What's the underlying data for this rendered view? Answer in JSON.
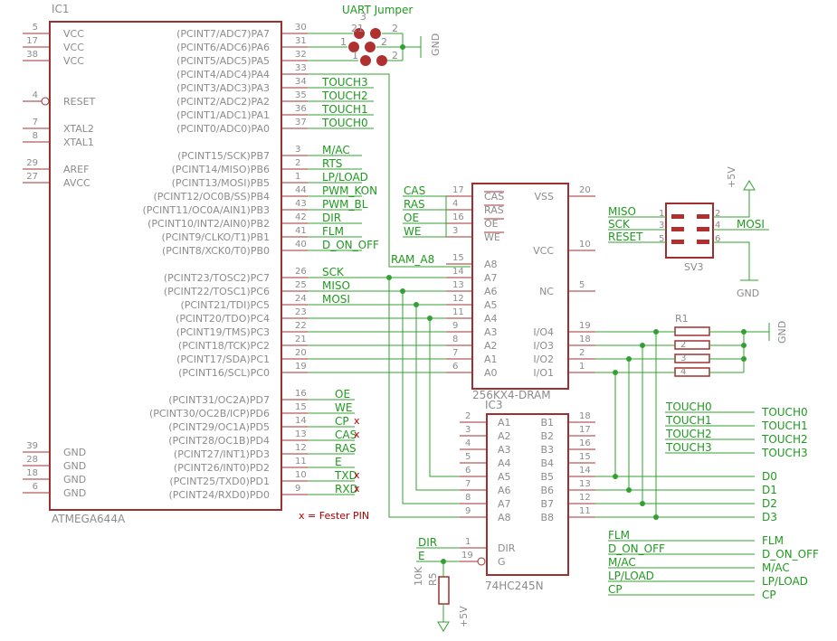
{
  "parts": {
    "ic1": {
      "name": "IC1",
      "value": "ATMEGA644A",
      "left_pins": [
        {
          "num": "5",
          "name": "VCC"
        },
        {
          "num": "17",
          "name": "VCC"
        },
        {
          "num": "38",
          "name": "VCC"
        },
        {
          "num": "4",
          "name": "RESET"
        },
        {
          "num": "7",
          "name": "XTAL2"
        },
        {
          "num": "8",
          "name": "XTAL1"
        },
        {
          "num": "29",
          "name": "AREF"
        },
        {
          "num": "27",
          "name": "AVCC"
        },
        {
          "num": "39",
          "name": "GND"
        },
        {
          "num": "28",
          "name": "GND"
        },
        {
          "num": "18",
          "name": "GND"
        },
        {
          "num": "6",
          "name": "GND"
        }
      ],
      "right_pins": [
        {
          "num": "30",
          "name": "(PCINT7/ADC7)PA7"
        },
        {
          "num": "31",
          "name": "(PCINT6/ADC6)PA6"
        },
        {
          "num": "32",
          "name": "(PCINT5/ADC5)PA5"
        },
        {
          "num": "33",
          "name": "(PCINT4/ADC4)PA4"
        },
        {
          "num": "34",
          "name": "(PCINT3/ADC3)PA3"
        },
        {
          "num": "35",
          "name": "(PCINT2/ADC2)PA2"
        },
        {
          "num": "36",
          "name": "(PCINT1/ADC1)PA1"
        },
        {
          "num": "37",
          "name": "(PCINT0/ADC0)PA0"
        },
        {
          "num": "3",
          "name": "(PCINT15/SCK)PB7"
        },
        {
          "num": "2",
          "name": "(PCINT14/MISO)PB6"
        },
        {
          "num": "1",
          "name": "(PCINT13/MOSI)PB5"
        },
        {
          "num": "44",
          "name": "(PCINT12/OC0B/SS)PB4"
        },
        {
          "num": "43",
          "name": "(PCINT11/OC0A/AIN1)PB3"
        },
        {
          "num": "42",
          "name": "(PCINT10/INT2/AIN0)PB2"
        },
        {
          "num": "41",
          "name": "(PCINT9/CLKO/T1)PB1"
        },
        {
          "num": "40",
          "name": "(PCINT8/XCK0/T0)PB0"
        },
        {
          "num": "26",
          "name": "(PCINT23/TOSC2)PC7"
        },
        {
          "num": "25",
          "name": "(PCINT22/TOSC1)PC6"
        },
        {
          "num": "24",
          "name": "(PCINT21/TDI)PC5"
        },
        {
          "num": "23",
          "name": "(PCINT20/TDO)PC4"
        },
        {
          "num": "22",
          "name": "(PCINT19/TMS)PC3"
        },
        {
          "num": "21",
          "name": "(PCINT18/TCK)PC2"
        },
        {
          "num": "20",
          "name": "(PCINT17/SDA)PC1"
        },
        {
          "num": "19",
          "name": "(PCINT16/SCL)PC0"
        },
        {
          "num": "16",
          "name": "(PCINT31/OC2A)PD7"
        },
        {
          "num": "15",
          "name": "(PCINT30/OC2B/ICP)PD6"
        },
        {
          "num": "14",
          "name": "(PCINT29/OC1A)PD5"
        },
        {
          "num": "13",
          "name": "(PCINT28/OC1B)PD4"
        },
        {
          "num": "12",
          "name": "(PCINT27/INT1)PD3"
        },
        {
          "num": "11",
          "name": "(PCINT26/INT0)PD2"
        },
        {
          "num": "10",
          "name": "(PCINT25/TXD0)PD1"
        },
        {
          "num": "9",
          "name": "(PCINT24/RXD0)PD0"
        }
      ],
      "net_labels": [
        "TOUCH3",
        "TOUCH2",
        "TOUCH1",
        "TOUCH0",
        "M/AC",
        "RTS",
        "LP/LOAD",
        "PWM_KON",
        "PWM_BL",
        "DIR",
        "FLM",
        "D_ON_OFF",
        "SCK",
        "MISO",
        "MOSI",
        "OE",
        "WE",
        "CP",
        "CAS",
        "RAS",
        "E",
        "TXD",
        "RXD"
      ]
    },
    "jumper": {
      "title": "UART Jumper",
      "ref": "3",
      "pin_labels": [
        "21",
        "2",
        "1",
        "2",
        "1",
        "2"
      ],
      "gnd": "GND"
    },
    "dram": {
      "name": "256KX4-DRAM",
      "left_pins": [
        {
          "num": "17",
          "name": "CAS"
        },
        {
          "num": "4",
          "name": "RAS"
        },
        {
          "num": "16",
          "name": "OE"
        },
        {
          "num": "3",
          "name": "WE"
        },
        {
          "num": "15",
          "name": "A8"
        },
        {
          "num": "14",
          "name": "A7"
        },
        {
          "num": "13",
          "name": "A6"
        },
        {
          "num": "12",
          "name": "A5"
        },
        {
          "num": "11",
          "name": "A4"
        },
        {
          "num": "9",
          "name": "A3"
        },
        {
          "num": "8",
          "name": "A2"
        },
        {
          "num": "7",
          "name": "A1"
        },
        {
          "num": "6",
          "name": "A0"
        }
      ],
      "right_pins": [
        {
          "num": "20",
          "name": "VSS"
        },
        {
          "num": "10",
          "name": "VCC"
        },
        {
          "num": "5",
          "name": "NC"
        },
        {
          "num": "19",
          "name": "I/O4"
        },
        {
          "num": "18",
          "name": "I/O3"
        },
        {
          "num": "2",
          "name": "I/O2"
        },
        {
          "num": "1",
          "name": "I/O1"
        }
      ],
      "net_labels": [
        "CAS",
        "RAS",
        "OE",
        "WE",
        "RAM_A8"
      ]
    },
    "sv3": {
      "name": "SV3",
      "left": [
        "MISO",
        "SCK",
        "RESET"
      ],
      "right": [
        "MOSI"
      ],
      "pins": [
        "1",
        "2",
        "3",
        "4",
        "5",
        "6"
      ],
      "vcc": "+5V",
      "gnd": "GND"
    },
    "r1": {
      "name": "R1",
      "pins": [
        "2",
        "3",
        "4"
      ],
      "gnd": "GND"
    },
    "ic3": {
      "name": "IC3",
      "value": "74HC245N",
      "a_pins": [
        {
          "num": "2",
          "name": "A1"
        },
        {
          "num": "3",
          "name": "A2"
        },
        {
          "num": "4",
          "name": "A3"
        },
        {
          "num": "5",
          "name": "A4"
        },
        {
          "num": "6",
          "name": "A5"
        },
        {
          "num": "7",
          "name": "A6"
        },
        {
          "num": "8",
          "name": "A7"
        },
        {
          "num": "9",
          "name": "A8"
        }
      ],
      "b_pins": [
        {
          "num": "18",
          "name": "B1"
        },
        {
          "num": "17",
          "name": "B2"
        },
        {
          "num": "16",
          "name": "B3"
        },
        {
          "num": "15",
          "name": "B4"
        },
        {
          "num": "14",
          "name": "B5"
        },
        {
          "num": "13",
          "name": "B6"
        },
        {
          "num": "12",
          "name": "B7"
        },
        {
          "num": "11",
          "name": "B8"
        }
      ],
      "ctl": [
        {
          "num": "1",
          "name": "DIR"
        },
        {
          "num": "19",
          "name": "G"
        }
      ],
      "net_labels": [
        "DIR",
        "E"
      ]
    },
    "r5": {
      "name": "R5",
      "value": "10K",
      "vcc": "+5V"
    }
  },
  "right_labels": {
    "touch_nets": [
      "TOUCH0",
      "TOUCH1",
      "TOUCH2",
      "TOUCH3"
    ],
    "data_nets": [
      "D0",
      "D1",
      "D2",
      "D3"
    ],
    "ctl_nets": [
      "FLM",
      "D_ON_OFF",
      "M/AC",
      "LP/LOAD",
      "CP"
    ]
  },
  "legend": "x = Fester PIN"
}
